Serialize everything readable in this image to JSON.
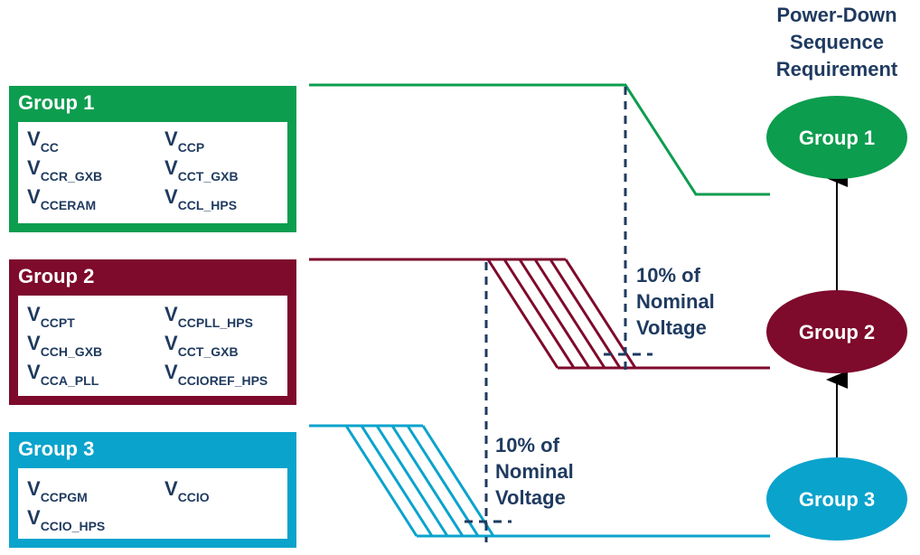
{
  "colors": {
    "group1": "#0d9d4f",
    "group2": "#7e0a2c",
    "group3": "#0aa3cc",
    "text": "#1f3a5f",
    "dashed": "#1f3a5f"
  },
  "header": {
    "line1": "Power-Down",
    "line2": "Sequence",
    "line3": "Requirement"
  },
  "groups": [
    {
      "title": "Group 1",
      "rails": [
        {
          "main": "V",
          "sub": "CC"
        },
        {
          "main": "V",
          "sub": "CCP"
        },
        {
          "main": "V",
          "sub": "CCR_GXB"
        },
        {
          "main": "V",
          "sub": "CCT_GXB"
        },
        {
          "main": "V",
          "sub": "CCERAM"
        },
        {
          "main": "V",
          "sub": "CCL_HPS"
        }
      ]
    },
    {
      "title": "Group 2",
      "rails": [
        {
          "main": "V",
          "sub": "CCPT"
        },
        {
          "main": "V",
          "sub": "CCPLL_HPS"
        },
        {
          "main": "V",
          "sub": "CCH_GXB"
        },
        {
          "main": "V",
          "sub": "CCT_GXB"
        },
        {
          "main": "V",
          "sub": "CCA_PLL"
        },
        {
          "main": "V",
          "sub": "CCIOREF_HPS"
        }
      ]
    },
    {
      "title": "Group 3",
      "rails": [
        {
          "main": "V",
          "sub": "CCPGM"
        },
        {
          "main": "V",
          "sub": "CCIO"
        },
        {
          "main": "V",
          "sub": "CCIO_HPS"
        }
      ]
    }
  ],
  "threshold_annotations": [
    {
      "line1": "10% of",
      "line2": "Nominal",
      "line3": "Voltage"
    },
    {
      "line1": "10% of",
      "line2": "Nominal",
      "line3": "Voltage"
    }
  ],
  "sequence_nodes": [
    "Group 1",
    "Group 2",
    "Group 3"
  ]
}
